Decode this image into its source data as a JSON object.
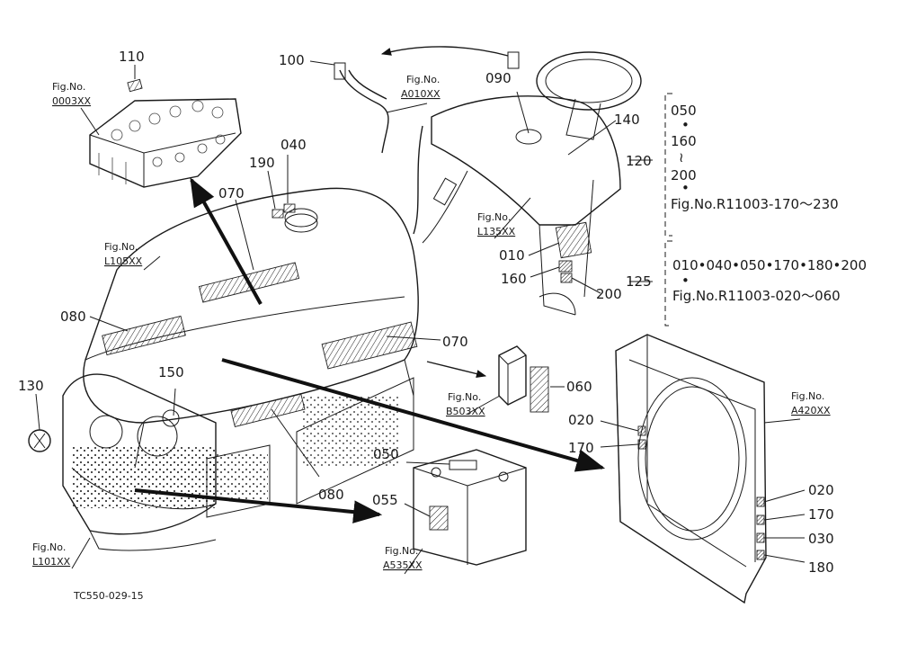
{
  "parts": {
    "p110": "110",
    "p100": "100",
    "p090": "090",
    "p140": "140",
    "p190": "190",
    "p040": "040",
    "p070a": "070",
    "p070b": "070",
    "p080a": "080",
    "p080b": "080",
    "p150": "150",
    "p130": "130",
    "p010": "010",
    "p160": "160",
    "p200": "200",
    "p060": "060",
    "p020a": "020",
    "p170a": "170",
    "p050": "050",
    "p055": "055",
    "p020b": "020",
    "p170b": "170",
    "p030": "030",
    "p180": "180",
    "p120": "120",
    "p125": "125"
  },
  "figs": {
    "fig_label": "Fig.No.",
    "f0003": "0003XX",
    "fA010": "A010XX",
    "fL105": "L105XX",
    "fL135": "L135XX",
    "fB503": "B503XX",
    "fA420": "A420XX",
    "fA535": "A535XX",
    "fL101": "L101XX"
  },
  "group120": {
    "l1": "050",
    "dot": "•",
    "l2": "160",
    "tilde": "≀",
    "l3": "200",
    "l4": "Fig.No.R11003-170～230"
  },
  "group125": {
    "l1": "010•040•050•170•180•200",
    "dot": "•",
    "l2": "Fig.No.R11003-020～060"
  },
  "drawing_code": "TC550-029-15"
}
